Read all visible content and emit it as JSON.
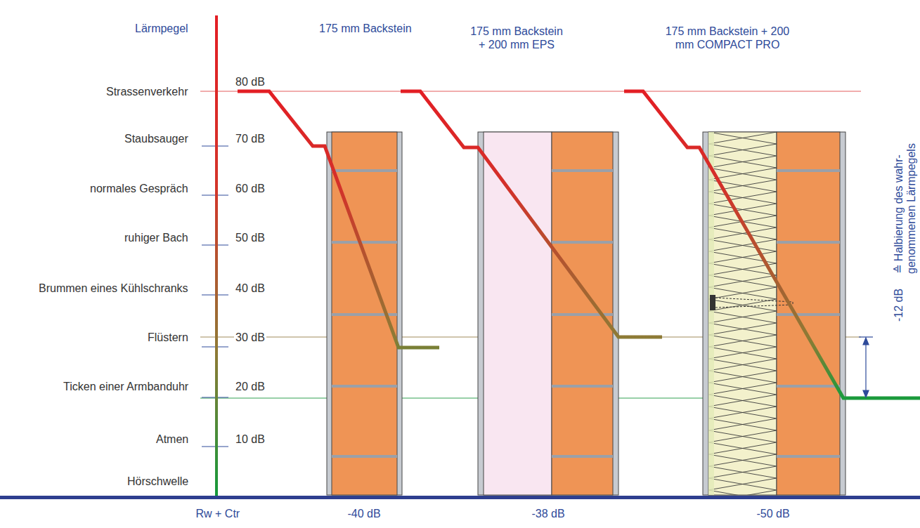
{
  "diagram": {
    "labels": [
      "Lärmpegel",
      "175 mm Backstein",
      "175 mm Backstein + 200 mm EPS",
      "175 mm Backstein + 200 mm COMPACT PRO",
      "Strassenverkehr",
      "80 dB",
      "Staubsauger",
      "70 dB",
      "normales Gespräch",
      "60 dB",
      "ruhiger Bach",
      "50 dB",
      "Brummen eines Kühlschranks",
      "40 dB",
      "Flüstern",
      "30 dB",
      "Ticken einer Armbanduhr",
      "20 dB",
      "Atmen",
      "10 dB",
      "Hörschwelle",
      "-12 dB",
      "≙ Halbierung des wahr- genommenen Lärmpegels",
      "Rw + Ctr",
      "-40 dB",
      "-38 dB",
      "-50 dB"
    ]
  }
}
